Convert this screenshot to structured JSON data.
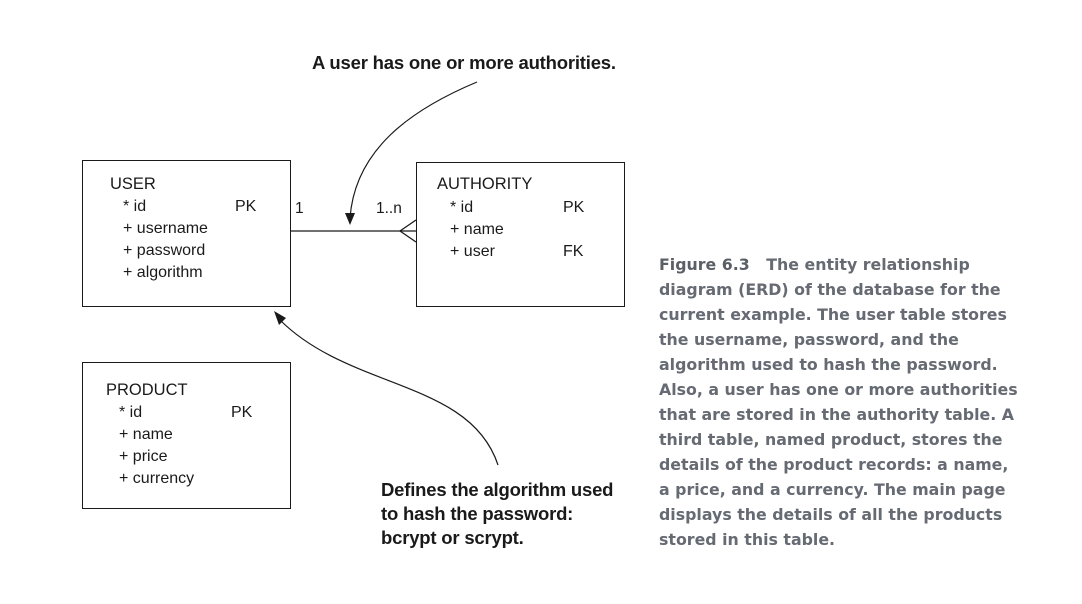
{
  "annotations": {
    "top": "A user has one or more authorities.",
    "bottom_lines": [
      "Defines the algorithm used",
      "to hash the password:",
      "bcrypt or scrypt."
    ]
  },
  "entities": {
    "user": {
      "name": "USER",
      "attributes": [
        "* id",
        "+ username",
        "+ password",
        "+ algorithm"
      ],
      "keys": [
        "PK",
        "",
        "",
        ""
      ]
    },
    "authority": {
      "name": "AUTHORITY",
      "attributes": [
        "* id",
        "+ name",
        "+ user"
      ],
      "keys": [
        "PK",
        "",
        "FK"
      ]
    },
    "product": {
      "name": "PRODUCT",
      "attributes": [
        "* id",
        "+ name",
        "+ price",
        "+ currency"
      ],
      "keys": [
        "PK",
        "",
        "",
        ""
      ]
    }
  },
  "relationship": {
    "left_cardinality": "1",
    "right_cardinality": "1..n"
  },
  "caption": {
    "label": "Figure 6.3",
    "text_lines": [
      "The entity relationship",
      "diagram (ERD) of the database for the",
      "current example. The user table stores",
      "the username, password, and the",
      "algorithm used to hash the password.",
      "Also, a user has one or more authorities",
      "that are stored in the authority table. A",
      "third table, named product, stores the",
      "details of the product records: a name,",
      "a price, and a currency. The main page",
      "displays the details of all the products",
      "stored in this table."
    ]
  },
  "colors": {
    "ink": "#1a1a1a",
    "caption": "#666a72"
  }
}
